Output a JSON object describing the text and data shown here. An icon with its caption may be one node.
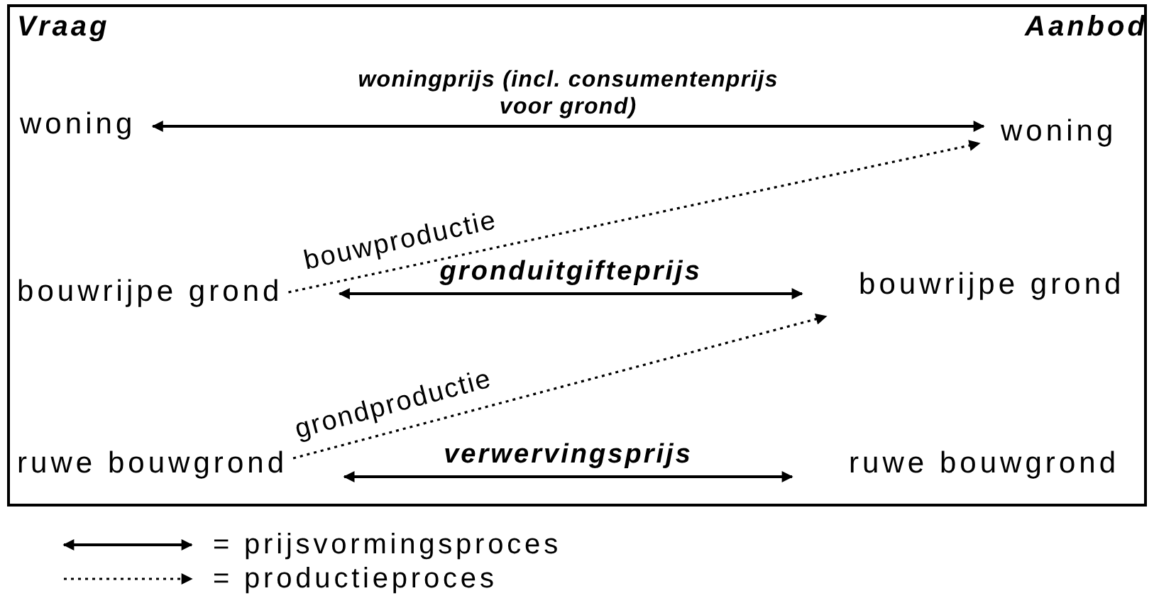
{
  "diagram": {
    "nodes": [
      {
        "text": [
          "woning"
        ]
      },
      {
        "text": [
          "bouwrijpe grond"
        ]
      },
      {
        "text": [
          "ruwe bouwgrond"
        ]
      },
      {
        "text": [
          "woning"
        ]
      },
      {
        "text": [
          "bouwrijpe grond"
        ]
      },
      {
        "text": [
          "ruwe bouwgrond"
        ]
      }
    ],
    "edges": [
      {
        "from": 0,
        "to": 3,
        "arrow": "both",
        "label": "woningprijs (incl. consumentenprijs voor grond)"
      },
      {
        "from": 1,
        "to": 3,
        "arrow": "to",
        "label": "bouwproductie",
        "style": "dashed"
      },
      {
        "from": 1,
        "to": 4,
        "arrow": "both",
        "label": "gronduitgifteprijs"
      },
      {
        "from": 2,
        "to": 4,
        "arrow": "to",
        "label": "grondproductie",
        "style": "dashed"
      },
      {
        "from": 2,
        "to": 5,
        "arrow": "both",
        "label": "verwervingsprijs"
      }
    ],
    "labels": [
      "Vraag",
      "Aanbod"
    ],
    "legend": [
      {
        "text": "= prijsvormingsproces"
      },
      {
        "text": "= productieproces"
      }
    ]
  }
}
